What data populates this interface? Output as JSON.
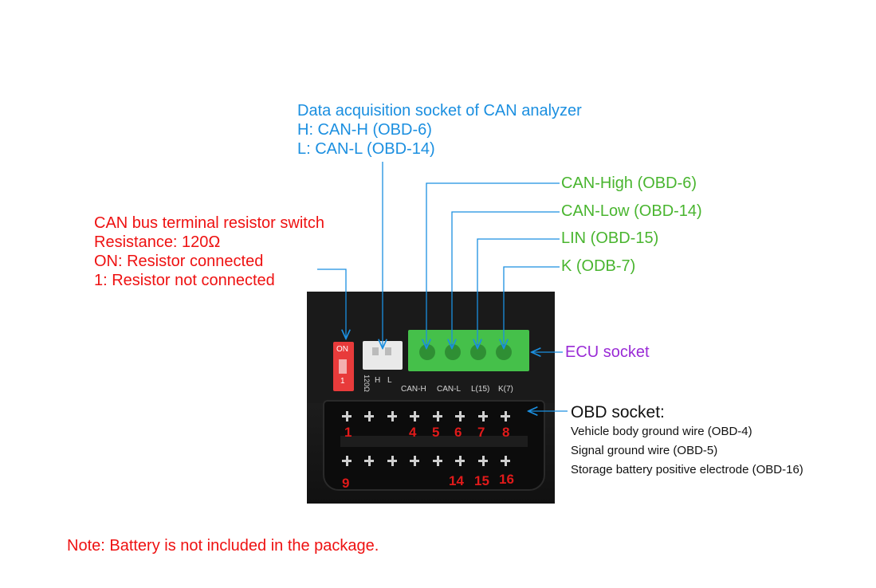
{
  "can_analyzer_label": {
    "line1": "Data acquisition socket of CAN analyzer",
    "line2": "H: CAN-H (OBD-6)",
    "line3": "L: CAN-L (OBD-14)"
  },
  "terminal_resistor_label": {
    "line1": "CAN bus terminal resistor switch",
    "line2": "Resistance: 120Ω",
    "line3": "ON: Resistor connected",
    "line4": "1: Resistor not connected"
  },
  "ecu_pins": {
    "can_high": "CAN-High (OBD-6)",
    "can_low": "CAN-Low (OBD-14)",
    "lin": "LIN (OBD-15)",
    "k": "K (ODB-7)"
  },
  "ecu_socket_label": "ECU socket",
  "obd_socket_label": {
    "title": "OBD socket:",
    "line1": "Vehicle body ground wire (OBD-4)",
    "line2": "Signal ground wire (OBD-5)",
    "line3": "Storage battery positive electrode (OBD-16)"
  },
  "photo": {
    "switch_on": "ON",
    "switch_one": "1",
    "switch_res": "120Ω",
    "hl_h": "H",
    "hl_l": "L",
    "term_labels": [
      "CAN-H",
      "CAN-L",
      "L(15)",
      "K(7)"
    ],
    "pins_top": [
      "1",
      "4",
      "5",
      "6",
      "7",
      "8"
    ],
    "pins_bottom": [
      "9",
      "14",
      "15",
      "16"
    ]
  },
  "note": "Note: Battery is not included in the package.",
  "colors": {
    "blue": "#1b8fe0",
    "red": "#ee1111",
    "green": "#49b52f",
    "purple": "#9a2bd6"
  }
}
